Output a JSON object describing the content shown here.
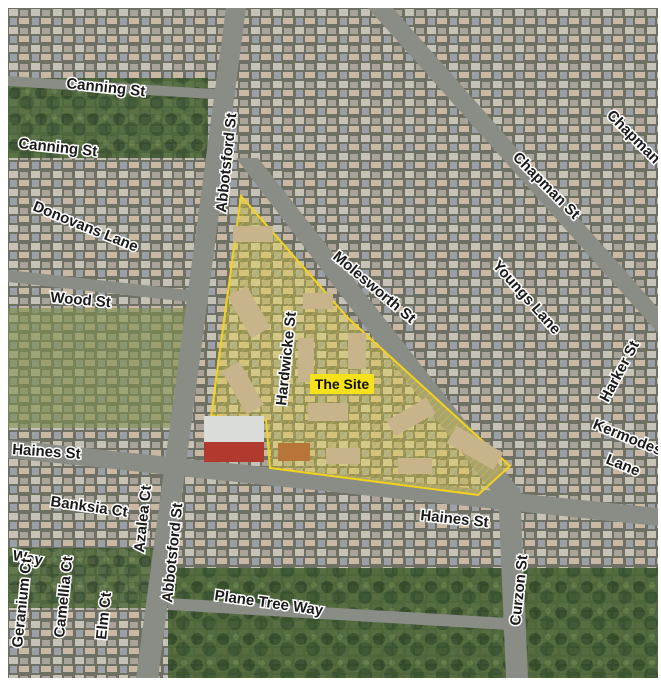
{
  "map": {
    "site_label": "The Site",
    "colors": {
      "site_outline": "#f2d21c",
      "site_fill": "#e6d23a",
      "site_label_bg": "#f5e21a",
      "road": "#8a8c86",
      "vegetation": "#3f5c2f",
      "rooftops": "#b9b4a8",
      "grass": "#7f8f4e"
    },
    "streets": {
      "canning_1": "Canning St",
      "canning_2": "Canning St",
      "donovans": "Donovans Lane",
      "wood": "Wood St",
      "abbotsford_north": "Abbotsford St",
      "abbotsford_south": "Abbotsford St",
      "hardwicke": "Hardwicke St",
      "molesworth": "Molesworth St",
      "youngs": "Youngs Lane",
      "chapman_1": "Chapman St",
      "chapman_2": "Chapman",
      "harker": "Harker St",
      "kermodes": "Kermodes",
      "kermodes_lane": "Lane",
      "haines_west": "Haines St",
      "haines_east": "Haines St",
      "banksia": "Banksia Ct",
      "azalea": "Azalea Ct",
      "way": "Way",
      "geranium": "Geranium Ct",
      "camellia": "Camellia Ct",
      "elm": "Elm Ct",
      "plane_tree": "Plane Tree Way",
      "curzon": "Curzon St"
    }
  }
}
